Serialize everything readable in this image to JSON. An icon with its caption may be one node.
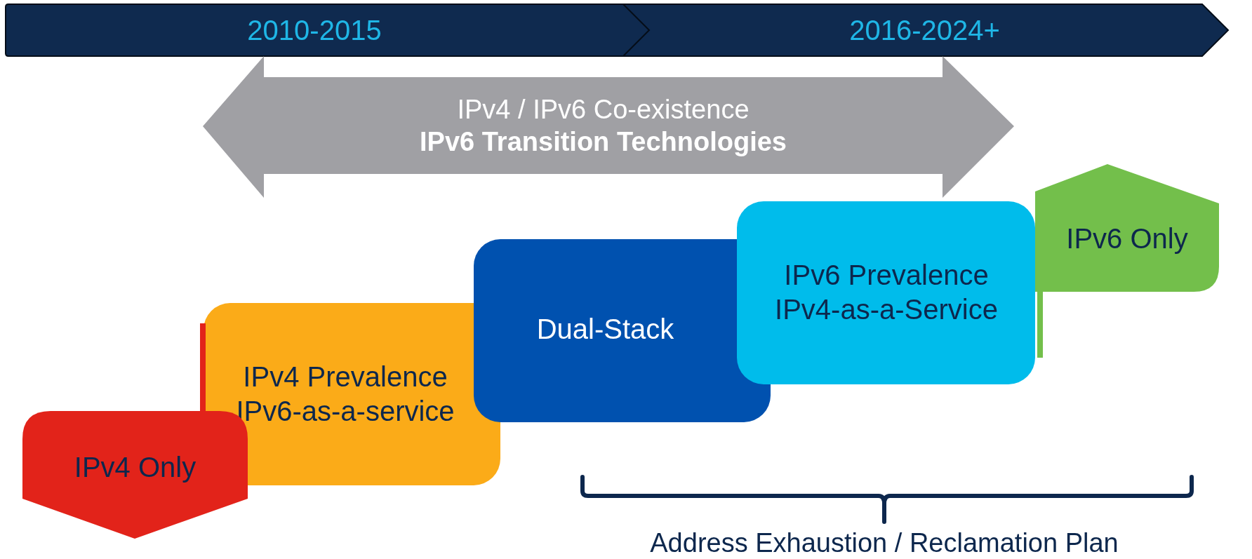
{
  "diagram": {
    "nodes": [
      {
        "text": [
          "2010-2015"
        ]
      },
      {
        "text": [
          "2016-2024+"
        ]
      },
      {
        "text": [
          "IPv4 / IPv6 Co-existence",
          "IPv6 Transition Technologies"
        ]
      },
      {
        "text": [
          "IPv6 Only"
        ]
      },
      {
        "text": [
          "IPv4 Prevalence",
          "IPv6-as-a-service"
        ]
      },
      {
        "text": [
          "IPv4 Only"
        ]
      },
      {
        "text": [
          "Dual-Stack"
        ]
      },
      {
        "text": [
          "IPv6 Prevalence",
          "IPv4-as-a-Service"
        ]
      }
    ],
    "edges": [
      {
        "from": 3,
        "to": 7,
        "arrow": "none",
        "color": "#73bf4b"
      },
      {
        "from": 5,
        "to": 4,
        "arrow": "none",
        "color": "#e2231a"
      }
    ],
    "labels": [
      "Address Exhaustion / Reclamation Plan"
    ]
  }
}
